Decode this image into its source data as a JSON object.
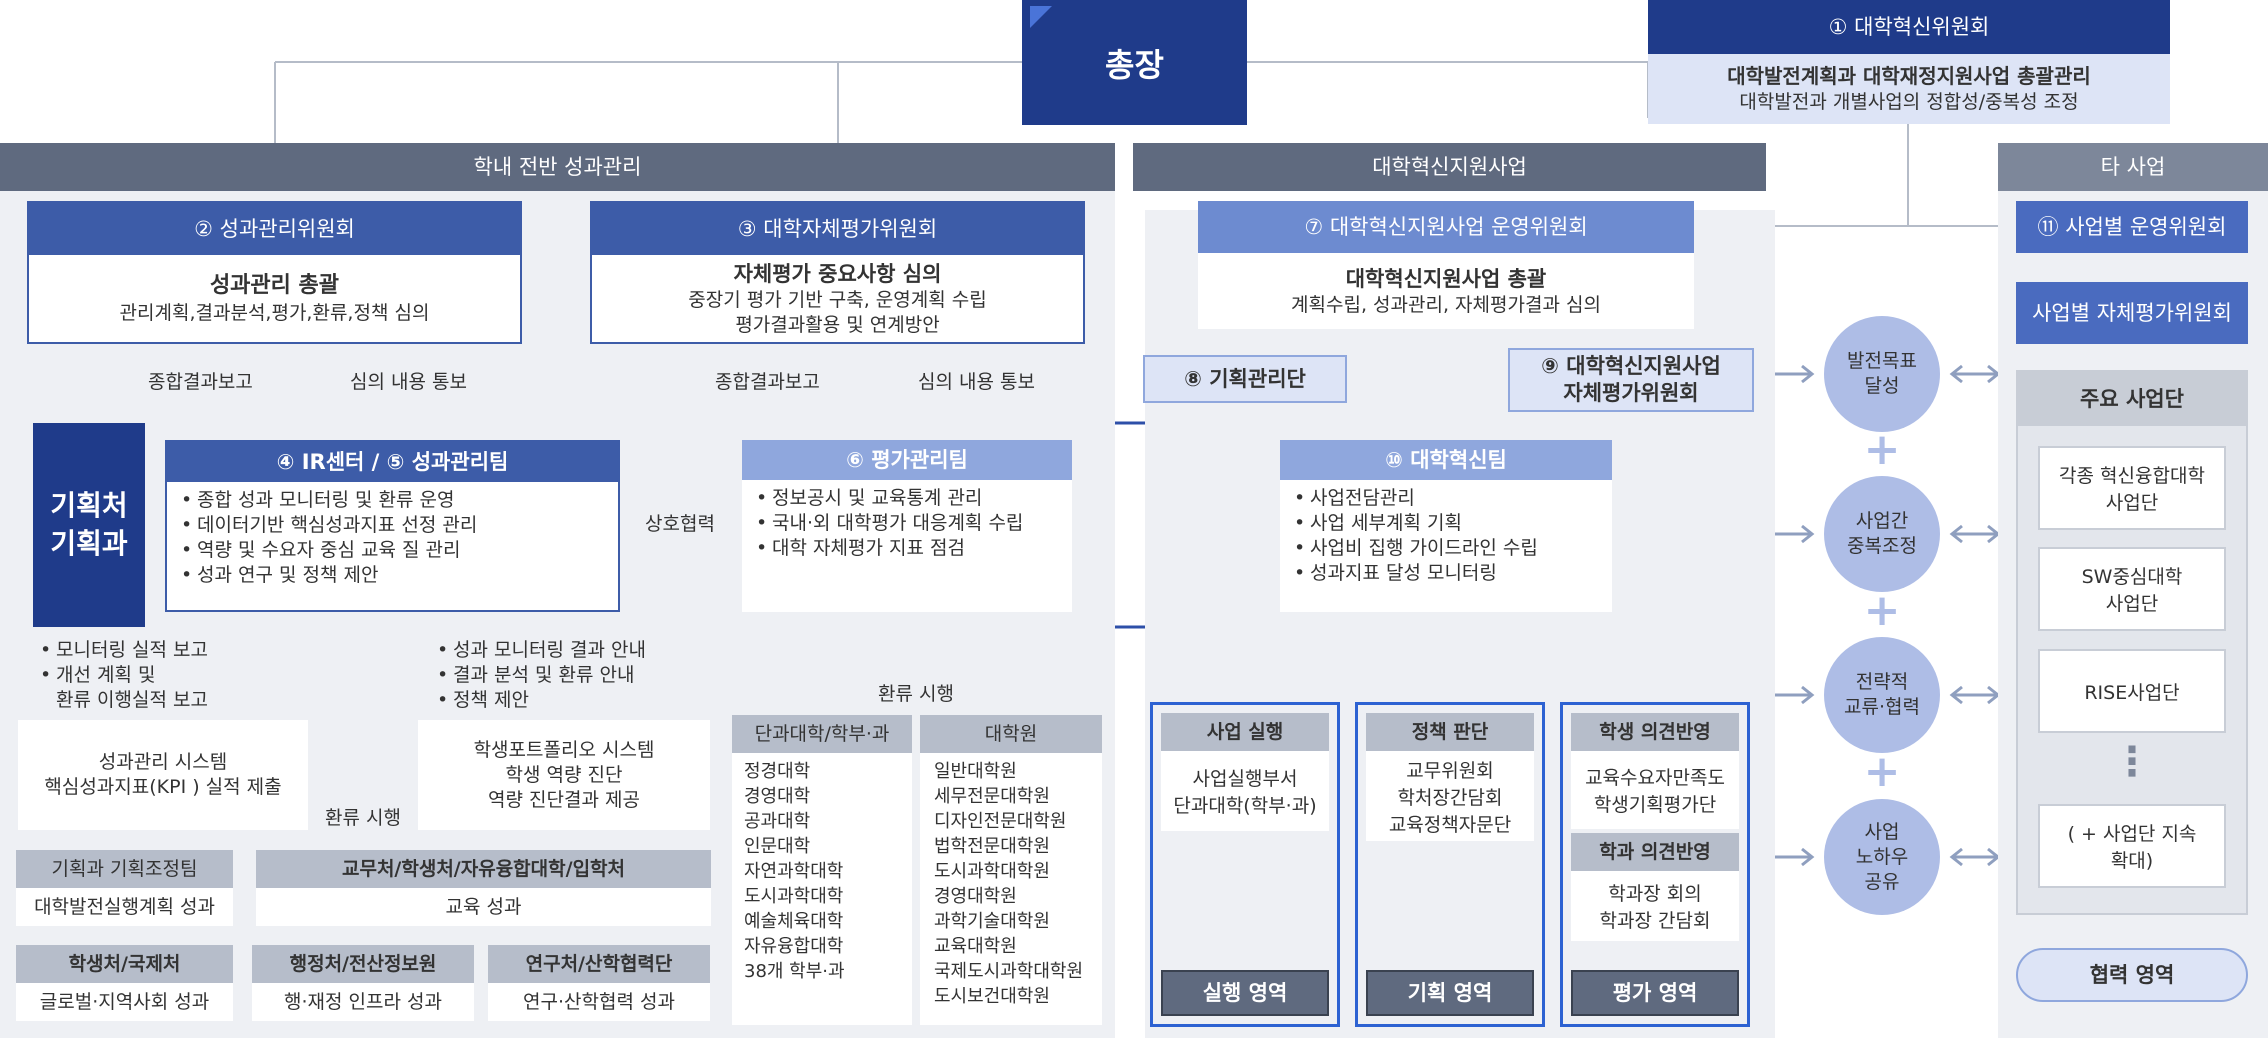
{
  "president": "총장",
  "committee1": {
    "title": "① 대학혁신위원회",
    "line1": "대학발전계획과 대학재정지원사업 총괄관리",
    "line2": "대학발전과 개별사업의 정합성/중복성 조정"
  },
  "sections": {
    "left": "학내 전반 성과관리",
    "middle": "대학혁신지원사업",
    "right": "타 사업"
  },
  "committee2": {
    "title": "② 성과관리위원회",
    "line1": "성과관리 총괄",
    "line2": "관리계획,결과분석,평가,환류,정책 심의"
  },
  "committee3": {
    "title": "③ 대학자체평가위원회",
    "line1": "자체평가 중요사항 심의",
    "line2": "중장기 평가 기반 구축, 운영계획 수립",
    "line3": "평가결과활용 및 연계방안"
  },
  "committee7": {
    "title": "⑦ 대학혁신지원사업 운영위원회",
    "line1": "대학혁신지원사업 총괄",
    "line2": "계획수립, 성과관리, 자체평가결과 심의"
  },
  "committee11": {
    "title": "⑪ 사업별 운영위원회"
  },
  "self_eval_by_project": "사업별 자체평가위원회",
  "arrows": {
    "report": "종합결과보고",
    "notice": "심의 내용 통보",
    "report2": "종합결과보고",
    "notice2": "심의 내용 통보",
    "feedback": "환류 시행",
    "feedback2": "환류 시행",
    "cooperation": "상호협력"
  },
  "planning_office": "기획처\n기획과",
  "team45": {
    "title": "④ IR센터 / ⑤ 성과관리팀",
    "items": [
      "종합 성과 모니터링 및 환류 운영",
      "데이터기반 핵심성과지표 선정 관리",
      "역량 및 수요자 중심 교육 질 관리",
      "성과 연구 및 정책 제안"
    ]
  },
  "team6": {
    "title": "⑥ 평가관리팀",
    "items": [
      "정보공시 및 교육통계 관리",
      "국내·외 대학평가 대응계획 수립",
      "대학 자체평가 지표 점검"
    ]
  },
  "group8": "⑧ 기획관리단",
  "committee9": {
    "line1": "⑨ 대학혁신지원사업",
    "line2": "자체평가위원회"
  },
  "team10": {
    "title": "⑩ 대학혁신팀",
    "items": [
      "사업전담관리",
      "사업 세부계획 기획",
      "사업비 집행 가이드라인 수립",
      "성과지표 달성 모니터링"
    ]
  },
  "left_reports": [
    "모니터링 실적 보고",
    "개선 계획 및",
    "환류 이행실적 보고"
  ],
  "mid_reports": [
    "성과 모니터링 결과 안내",
    "결과 분석 및 환류 안내",
    "정책 제안"
  ],
  "system1": {
    "line1": "성과관리 시스템",
    "line2": "핵심성과지표(KPI ) 실적 제출"
  },
  "system2": {
    "line1": "학생포트폴리오 시스템",
    "line2": "학생 역량 진단",
    "line3": "역량 진단결과 제공"
  },
  "units": [
    {
      "head": "기획과 기획조정팀",
      "body": "대학발전실행계획 성과"
    },
    {
      "head": "교무처/학생처/자유융합대학/입학처",
      "body": "교육 성과"
    },
    {
      "head": "학생처/국제처",
      "body": "글로벌·지역사회 성과"
    },
    {
      "head": "행정처/전산정보원",
      "body": "행·재정 인프라 성과"
    },
    {
      "head": "연구처/산학협력단",
      "body": "연구·산학협력 성과"
    }
  ],
  "colleges": {
    "head": "단과대학/학부·과",
    "items": [
      "정경대학",
      "경영대학",
      "공과대학",
      "인문대학",
      "자연과학대학",
      "도시과학대학",
      "예술체육대학",
      "자유융합대학",
      "38개 학부·과"
    ]
  },
  "grad": {
    "head": "대학원",
    "items": [
      "일반대학원",
      "세무전문대학원",
      "디자인전문대학원",
      "법학전문대학원",
      "도시과학대학원",
      "경영대학원",
      "과학기술대학원",
      "교육대학원",
      "국제도시과학대학원",
      "도시보건대학원"
    ]
  },
  "areas": [
    {
      "head": "사업 실행",
      "body": [
        "사업실행부서",
        "단과대학(학부·과)"
      ],
      "foot": "실행 영역"
    },
    {
      "head": "정책 판단",
      "body": [
        "교무위원회",
        "학처장간담회",
        "교육정책자문단"
      ],
      "foot": "기획 영역"
    },
    {
      "head": "학생 의견반영",
      "body": [
        "교육수요자만족도",
        "학생기획평가단"
      ],
      "head2": "학과 의견반영",
      "body2": [
        "학과장 회의",
        "학과장 간담회"
      ],
      "foot": "평가 영역"
    }
  ],
  "circles": [
    {
      "l1": "발전목표",
      "l2": "달성"
    },
    {
      "l1": "사업간",
      "l2": "중복조정"
    },
    {
      "l1": "전략적",
      "l2": "교류·협력"
    },
    {
      "l1": "사업",
      "l2": "노하우",
      "l3": "공유"
    }
  ],
  "major": {
    "title": "주요 사업단",
    "items": [
      {
        "l1": "각종 혁신융합대학",
        "l2": "사업단"
      },
      {
        "l1": "SW중심대학",
        "l2": "사업단"
      },
      {
        "l1": "RISE사업단",
        "l2": ""
      },
      {
        "l1": "( + 사업단 지속",
        "l2": "확대)"
      }
    ],
    "dots": "⋮"
  },
  "cooperation_area": "협력 영역",
  "colors": {
    "navy": "#1f3b8a",
    "blue": "#3d5ca8",
    "gray": "#5f6a7f",
    "light": "#dde4f6"
  }
}
